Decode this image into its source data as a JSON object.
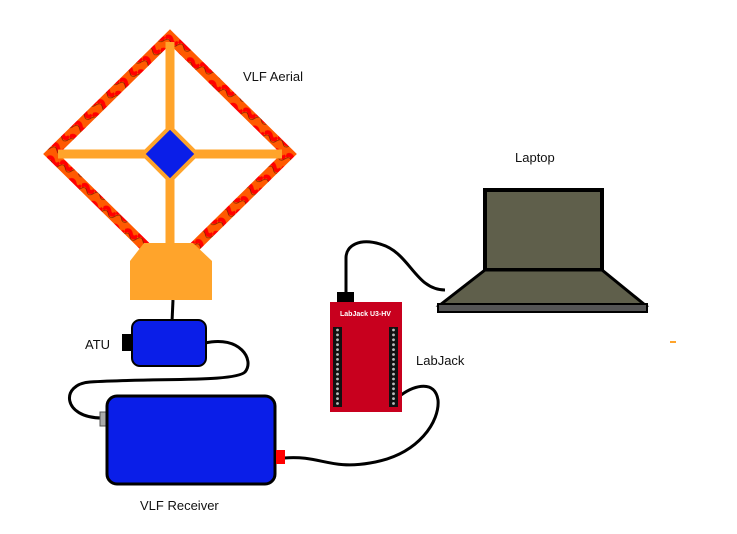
{
  "diagram": {
    "components": {
      "aerial": {
        "label": "VLF Aerial",
        "frame_color": "#ff5a00",
        "arm_color": "#ffa42b",
        "center_color": "#0a1ee8"
      },
      "atu": {
        "label": "ATU",
        "color": "#0a1ee8"
      },
      "receiver": {
        "label": "VLF Receiver",
        "color": "#0a1ee8",
        "output_port_color": "#ff0000"
      },
      "labjack": {
        "label": "LabJack",
        "chip_label": "LabJack U3-HV",
        "color": "#c8001e"
      },
      "laptop": {
        "label": "Laptop",
        "color": "#5f5f4b"
      }
    },
    "connections": [
      {
        "from": "aerial",
        "to": "atu"
      },
      {
        "from": "atu",
        "to": "receiver"
      },
      {
        "from": "receiver",
        "to": "labjack"
      },
      {
        "from": "labjack",
        "to": "laptop"
      }
    ]
  }
}
